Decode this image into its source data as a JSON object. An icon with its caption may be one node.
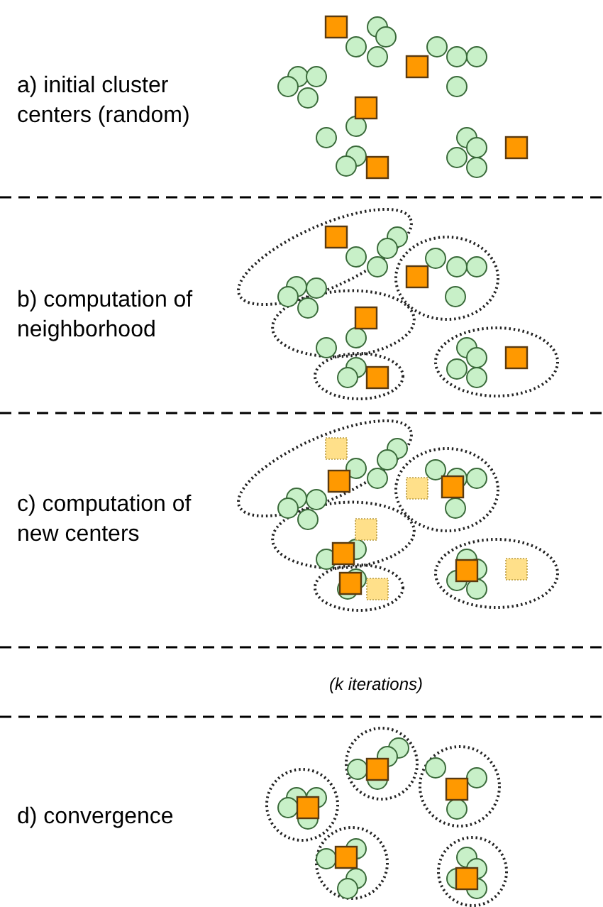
{
  "diagram": {
    "labels": [
      "a) initial cluster centers (random)",
      "b) computation of neighborhood",
      "c) computation of new centers",
      "(k iterations)",
      "d) convergence"
    ]
  }
}
